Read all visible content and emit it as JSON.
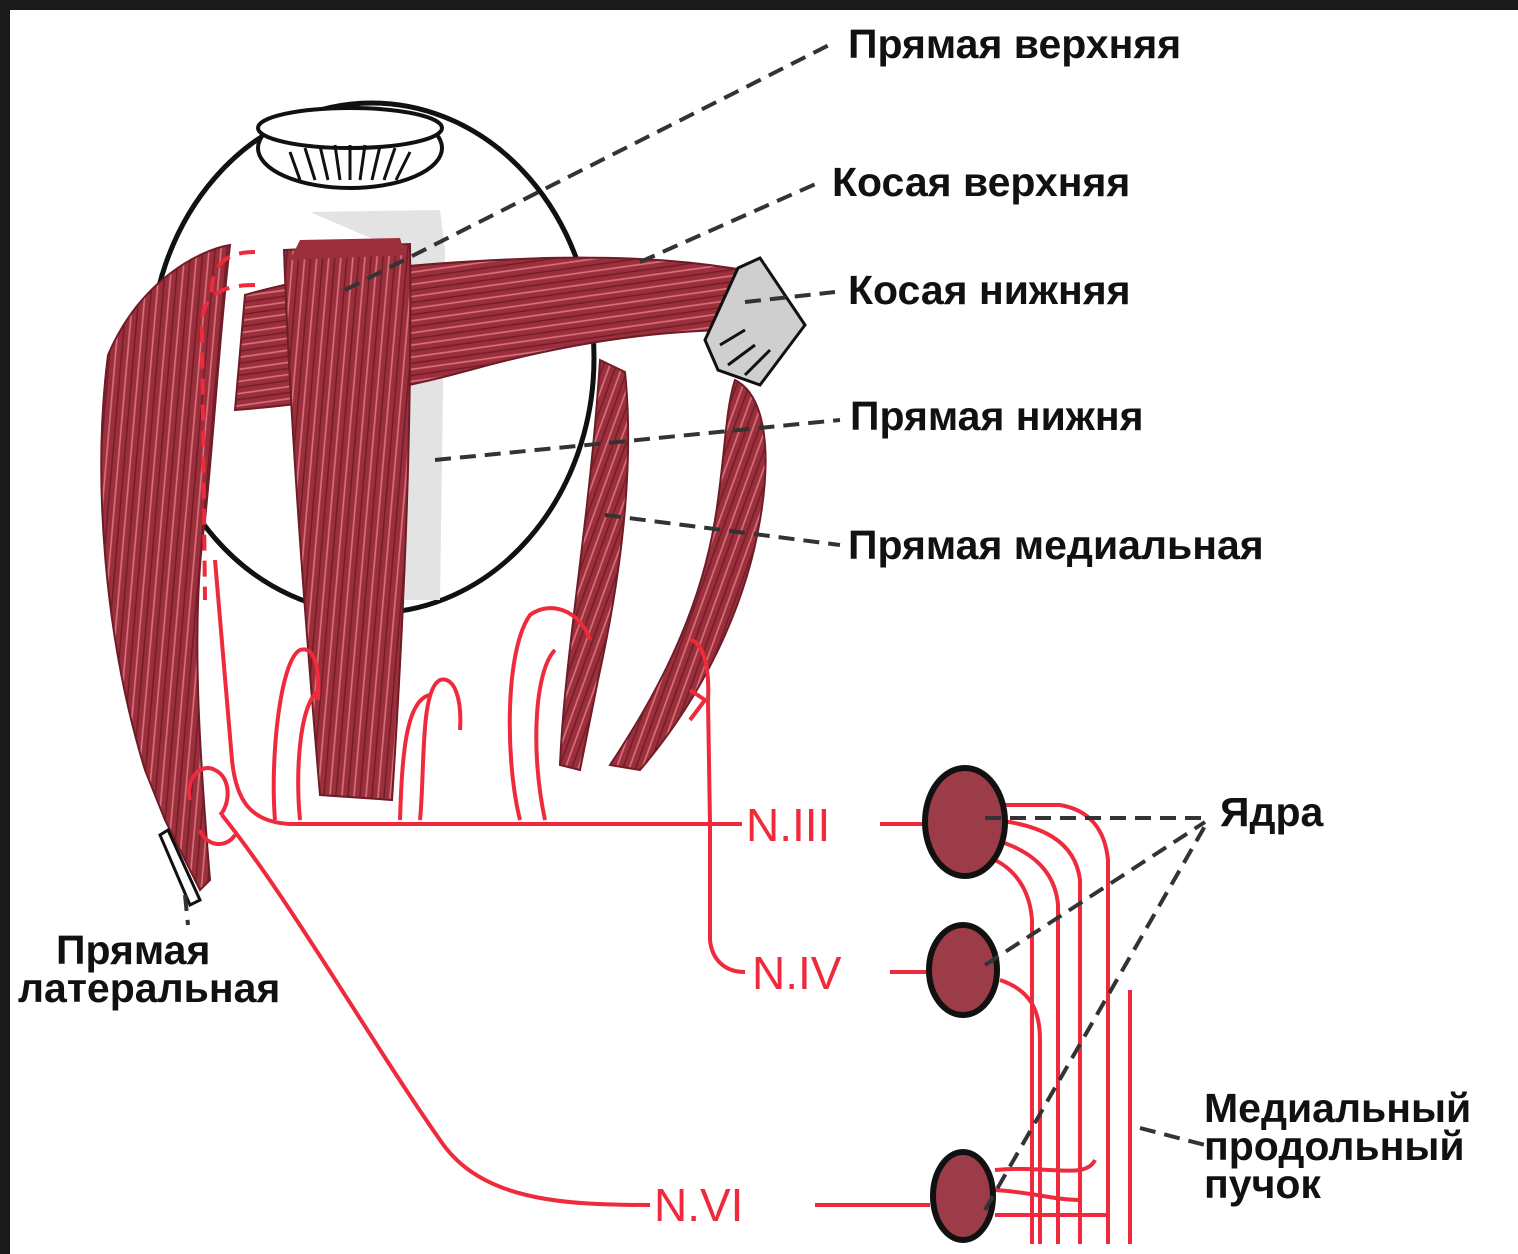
{
  "labels": {
    "superior_rectus": "Прямая верхняя",
    "superior_oblique": "Косая верхняя",
    "inferior_oblique": "Косая нижняя",
    "inferior_rectus": "Прямая нижня",
    "medial_rectus": "Прямая медиальная",
    "nuclei": "Ядра",
    "lateral_rectus": [
      "Прямая",
      "латеральная"
    ],
    "mlf": [
      "Медиальный",
      "продольный",
      "пучок"
    ]
  },
  "nerves": {
    "n3": "N.III",
    "n4": "N.IV",
    "n6": "N.VI"
  },
  "colors": {
    "muscle": "#9b2f3c",
    "muscle_light": "#d9737c",
    "nerve": "#ee2a3c",
    "leader": "#333333",
    "text": "#111111"
  }
}
